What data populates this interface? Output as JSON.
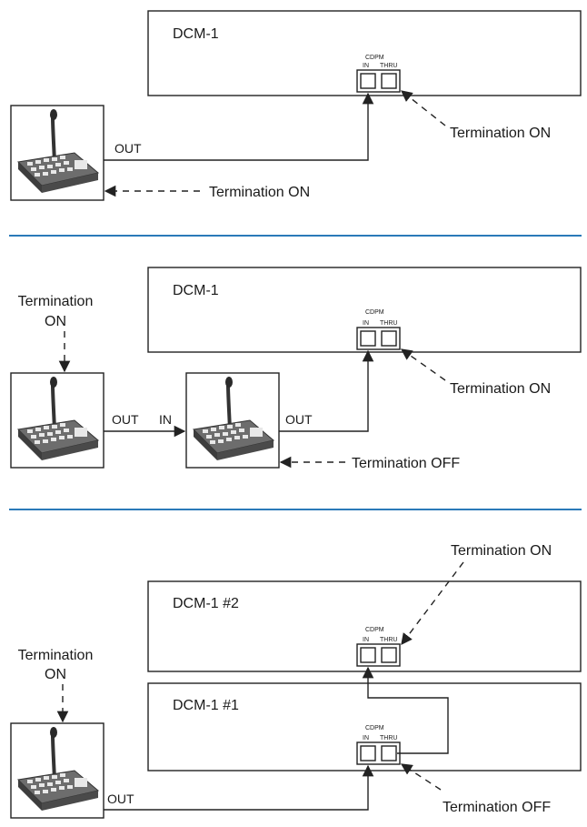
{
  "panel1": {
    "dcm_label": "DCM-1",
    "cdpm": "CDPM",
    "in": "IN",
    "thru": "THRU",
    "out_label": "OUT",
    "termination_cdpm": "Termination ON",
    "termination_station": "Termination ON"
  },
  "panel2": {
    "dcm_label": "DCM-1",
    "cdpm": "CDPM",
    "in": "IN",
    "thru": "THRU",
    "termination_top_line1": "Termination",
    "termination_top_line2": "ON",
    "out1_label": "OUT",
    "in_label": "IN",
    "out2_label": "OUT",
    "termination_cdpm": "Termination ON",
    "termination_station2": "Termination OFF"
  },
  "panel3": {
    "dcm2_label": "DCM-1 #2",
    "dcm1_label": "DCM-1 #1",
    "cdpm": "CDPM",
    "in": "IN",
    "thru": "THRU",
    "termination_top_line1": "Termination",
    "termination_top_line2": "ON",
    "out_label": "OUT",
    "termination_dcm2": "Termination ON",
    "termination_dcm1": "Termination OFF"
  },
  "colors": {
    "separator": "#2a7ab8",
    "line": "#222222"
  }
}
